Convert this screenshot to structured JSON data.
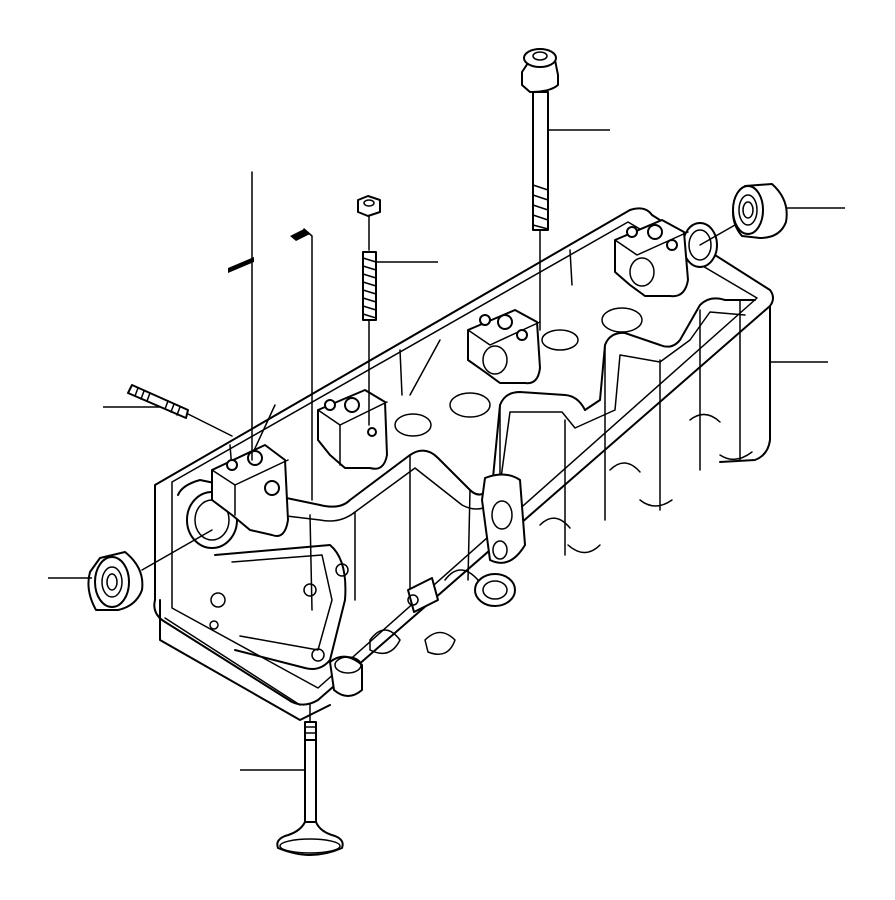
{
  "diagram": {
    "parts": [
      {
        "name": "cylinder-head"
      },
      {
        "name": "head-bolt"
      },
      {
        "name": "stud-with-nut"
      },
      {
        "name": "dowel-pin"
      },
      {
        "name": "dowel-pin"
      },
      {
        "name": "camshaft-seal-right"
      },
      {
        "name": "camshaft-seal-left"
      },
      {
        "name": "manifold-stud"
      },
      {
        "name": "valve"
      }
    ],
    "callout_leaders": 9
  },
  "colors": {
    "line": "#000000",
    "background": "#ffffff"
  }
}
